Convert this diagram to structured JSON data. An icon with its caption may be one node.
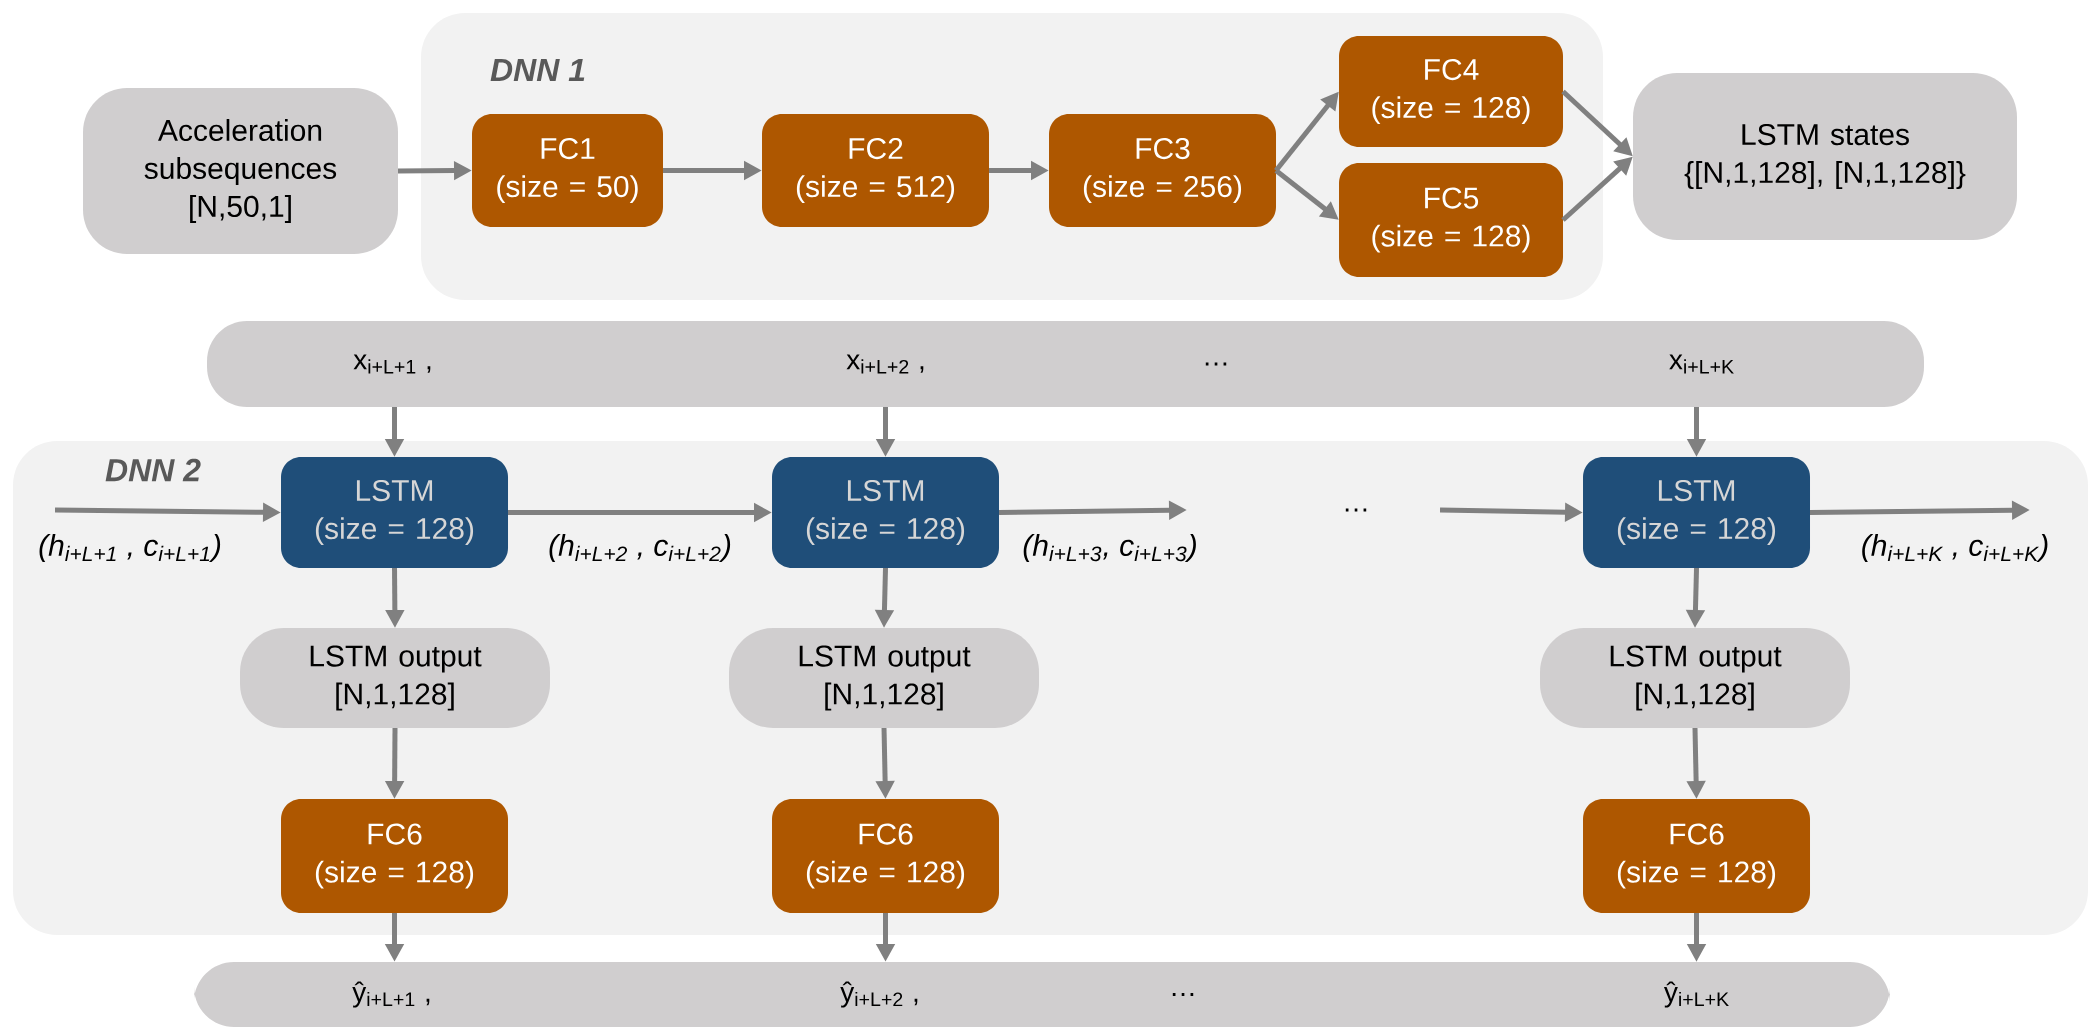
{
  "diagram": {
    "nodes": [
      {
        "text": [
          "DNN 1"
        ]
      },
      {
        "text": [
          "Acceleration subsequences",
          "[N,50,1]"
        ]
      },
      {
        "text": [
          "FC1",
          "(size = 50)"
        ],
        "in": 0
      },
      {
        "text": [
          "FC2",
          "(size = 512)"
        ],
        "in": 0
      },
      {
        "text": [
          "FC3",
          "(size = 256)"
        ],
        "in": 0
      },
      {
        "text": [
          "FC4",
          "(size = 128)"
        ],
        "in": 0
      },
      {
        "text": [
          "FC5",
          "(size = 128)"
        ],
        "in": 0
      },
      {
        "text": [
          "LSTM states",
          "{[N,1,128], [N,1,128]}"
        ]
      },
      {
        "text": [
          "x$_{i+L+1}$ ,",
          "x$_{i+L+2}$ ,",
          "…",
          "x$_{i+L+K}$"
        ]
      },
      {
        "text": [
          "DNN 2"
        ]
      },
      {
        "text": [
          "LSTM",
          "(size = 128)"
        ],
        "in": 9
      },
      {
        "text": [
          "LSTM",
          "(size = 128)"
        ],
        "in": 9
      },
      {
        "text": [
          "LSTM",
          "(size = 128)"
        ],
        "in": 9
      },
      {
        "text": [
          "LSTM output",
          "[N,1,128]"
        ],
        "in": 9
      },
      {
        "text": [
          "LSTM output",
          "[N,1,128]"
        ],
        "in": 9
      },
      {
        "text": [
          "LSTM output",
          "[N,1,128]"
        ],
        "in": 9
      },
      {
        "text": [
          "FC6",
          "(size = 128)"
        ],
        "in": 9
      },
      {
        "text": [
          "FC6",
          "(size = 128)"
        ],
        "in": 9
      },
      {
        "text": [
          "FC6",
          "(size = 128)"
        ],
        "in": 9
      },
      {
        "text": [
          "ŷ$_{i+L+1}$ ,",
          "ŷ$_{i+L+2}$ ,",
          "…",
          "ŷ$_{i+L+K}$"
        ]
      }
    ],
    "edges": [
      {
        "from": 1,
        "to": 2,
        "arrow": "to"
      },
      {
        "from": 2,
        "to": 3,
        "arrow": "to"
      },
      {
        "from": 3,
        "to": 4,
        "arrow": "to"
      },
      {
        "from": 4,
        "to": 5,
        "arrow": "to"
      },
      {
        "from": 4,
        "to": 6,
        "arrow": "to"
      },
      {
        "from": 5,
        "to": 7,
        "arrow": "to"
      },
      {
        "from": 6,
        "to": 7,
        "arrow": "to"
      },
      {
        "from": 8,
        "to": 10,
        "arrow": "to"
      },
      {
        "from": 8,
        "to": 11,
        "arrow": "to"
      },
      {
        "from": 8,
        "to": 12,
        "arrow": "to"
      },
      {
        "from": null,
        "to": 10,
        "arrow": "to",
        "label": "(h$_{i+L+1}$ , c$_{i+L+1}$)"
      },
      {
        "from": 10,
        "to": 11,
        "arrow": "to",
        "label": "(h$_{i+L+2}$ , c$_{i+L+2}$)"
      },
      {
        "from": 11,
        "to": null,
        "arrow": "to",
        "label": "(h$_{i+L+3}$, c$_{i+L+3}$)"
      },
      {
        "from": null,
        "to": 12,
        "arrow": "to"
      },
      {
        "from": 12,
        "to": null,
        "arrow": "to",
        "label": "(h$_{i+L+K}$ , c$_{i+L+K}$)"
      },
      {
        "from": 10,
        "to": 13,
        "arrow": "to"
      },
      {
        "from": 11,
        "to": 14,
        "arrow": "to"
      },
      {
        "from": 12,
        "to": 15,
        "arrow": "to"
      },
      {
        "from": 13,
        "to": 16,
        "arrow": "to"
      },
      {
        "from": 14,
        "to": 17,
        "arrow": "to"
      },
      {
        "from": 15,
        "to": 18,
        "arrow": "to"
      },
      {
        "from": 16,
        "to": 19,
        "arrow": "to"
      },
      {
        "from": 17,
        "to": 19,
        "arrow": "to"
      },
      {
        "from": 18,
        "to": 19,
        "arrow": "to"
      }
    ],
    "labels": [
      "…"
    ]
  }
}
